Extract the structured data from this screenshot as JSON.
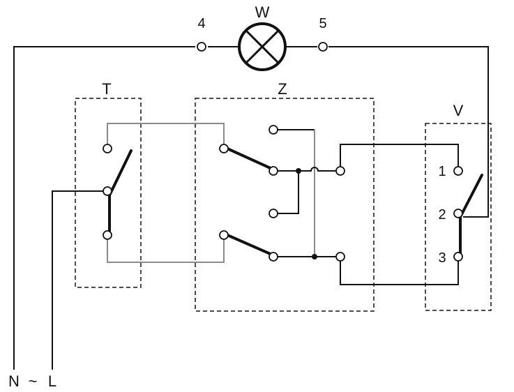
{
  "diagram": {
    "lamp": {
      "label": "W",
      "terminal_left": "4",
      "terminal_right": "5"
    },
    "switches": {
      "T": {
        "label": "T"
      },
      "Z": {
        "label": "Z"
      },
      "V": {
        "label": "V",
        "terminals": [
          "1",
          "2",
          "3"
        ]
      }
    },
    "supply": {
      "n": "N",
      "tilde": "~",
      "l": "L"
    }
  }
}
